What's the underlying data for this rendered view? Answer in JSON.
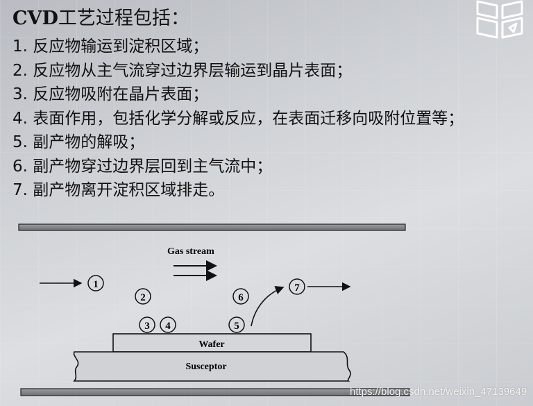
{
  "slide": {
    "title_prefix": "CVD",
    "title_rest": "工艺过程包括：",
    "steps": [
      "1. 反应物输运到淀积区域；",
      "2. 反应物从主气流穿过边界层输运到晶片表面；",
      "3. 反应物吸附在晶片表面；",
      "4. 表面作用，包括化学分解或反应，在表面迁移向吸附位置等；",
      "5. 副产物的解吸；",
      "6. 副产物穿过边界层回到主气流中；",
      "7. 副产物离开淀积区域排走。"
    ]
  },
  "diagram": {
    "gas_stream_label": "Gas stream",
    "wafer_label": "Wafer",
    "susceptor_label": "Susceptor",
    "markers": [
      "1",
      "2",
      "3",
      "4",
      "5",
      "6",
      "7"
    ]
  },
  "logo": {
    "icon": "book-cube-logo-icon"
  },
  "watermark": "https://blog.csdn.net/weixin_47139649"
}
